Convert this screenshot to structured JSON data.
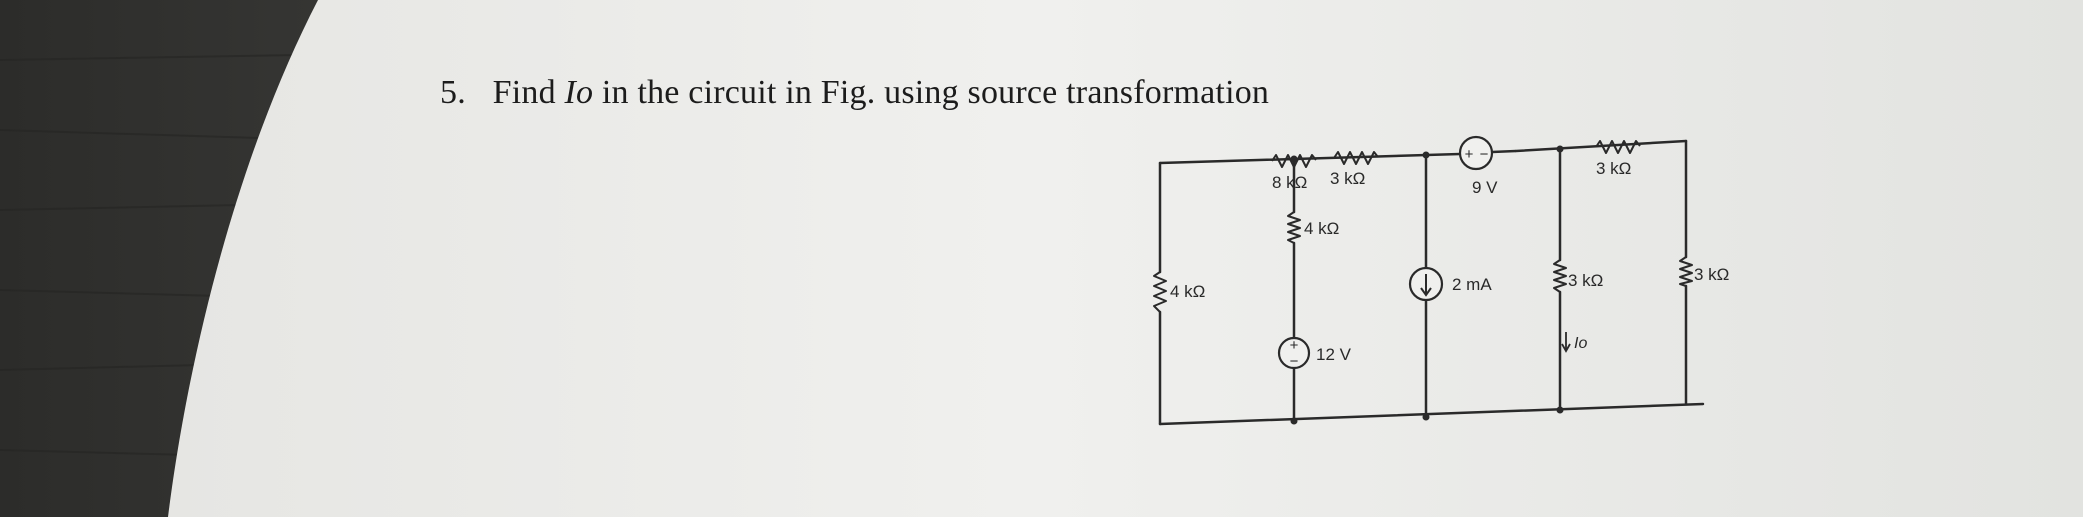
{
  "question": {
    "number": "5.",
    "before": "Find",
    "variable": "Io",
    "after": "in the circuit in Fig. using source transformation"
  },
  "circuit": {
    "labels": {
      "r_top_left": "8 kΩ",
      "r_top_mid": "3 kΩ",
      "r_top_right": "3 kΩ",
      "r_left": "4 kΩ",
      "r_mid_vertical": "4 kΩ",
      "v_source_bottom": "12 V",
      "v_source_top": "9 V",
      "i_source": "2 mA",
      "r_io_branch": "3 kΩ",
      "r_right": "3 kΩ",
      "current_label": "Io"
    },
    "source_signs": {
      "v12_plus": "+",
      "v12_minus": "−",
      "v9_plus": "+",
      "v9_minus": "−"
    }
  },
  "colors": {
    "paper": "#eeeeeb",
    "desk": "#3a3a38",
    "ink": "#2a2a2a"
  }
}
